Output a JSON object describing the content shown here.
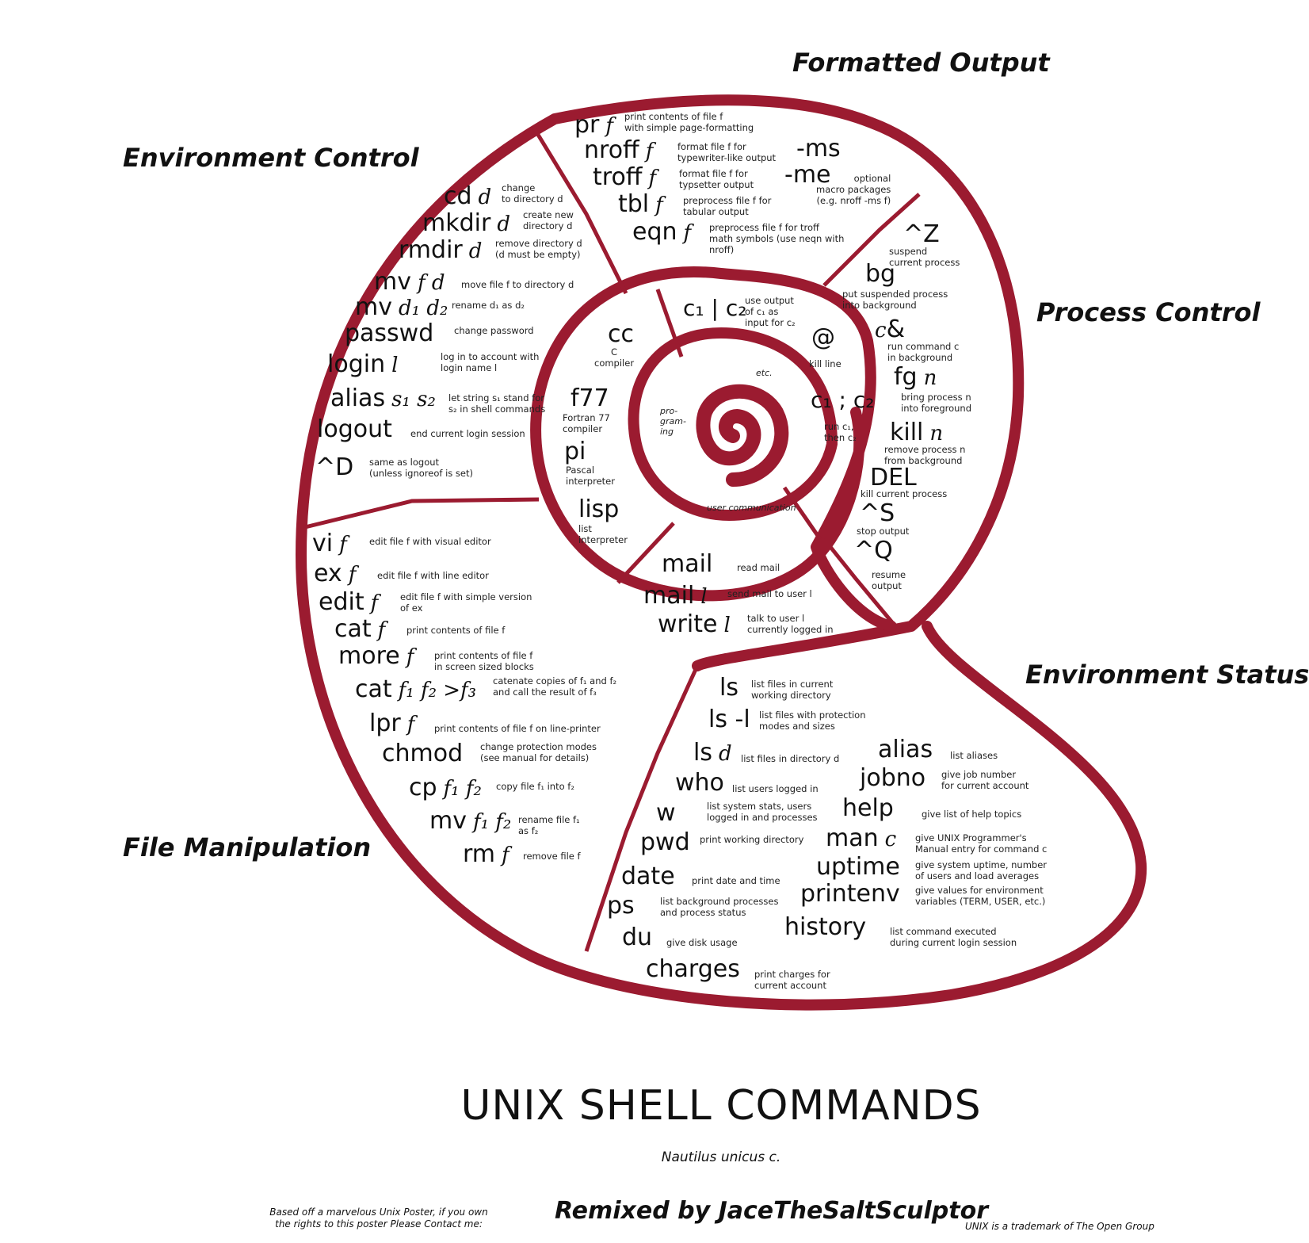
{
  "title": "UNIX SHELL COMMANDS",
  "subtitle": "Nautilus unicus c.",
  "remix": "Remixed by JaceTheSaltSculptor",
  "based_on": "Based off a marvelous Unix Poster, if you own the rights to this poster Please Contact me:",
  "trademark": "UNIX is a trademark of The Open Group",
  "shell_color": "#9b1b30",
  "sections": {
    "formatted_output": "Formatted Output",
    "environment_control": "Environment Control",
    "process_control": "Process Control",
    "environment_status": "Environment Status",
    "file_manipulation": "File Manipulation"
  },
  "inner_labels": {
    "programming": "pro-\ngram-\ning",
    "etc": "etc.",
    "user_communication": "user communication"
  },
  "commands": {
    "pr": {
      "cmd": "pr",
      "arg": "f",
      "desc": "print contents of file f\nwith simple page-formatting"
    },
    "nroff": {
      "cmd": "nroff",
      "arg": "f",
      "desc": "format file f for\ntypewriter-like output"
    },
    "troff": {
      "cmd": "troff",
      "arg": "f",
      "desc": "format file f for\ntypsetter output"
    },
    "tbl": {
      "cmd": "tbl",
      "arg": "f",
      "desc": "preprocess file f for\ntabular output"
    },
    "eqn": {
      "cmd": "eqn",
      "arg": "f",
      "desc": "preprocess file f for troff\nmath symbols (use neqn with\nnroff)"
    },
    "ms": {
      "cmd": "-ms",
      "arg": "",
      "desc": ""
    },
    "me": {
      "cmd": "-me",
      "arg": "",
      "desc": "optional\nmacro packages\n(e.g. nroff -ms f)"
    },
    "ctrl_z": {
      "cmd": "^Z",
      "arg": "",
      "desc": "suspend\ncurrent process"
    },
    "bg": {
      "cmd": "bg",
      "arg": "",
      "desc": "put suspended process\ninto background"
    },
    "amp": {
      "cmd": "&",
      "arg": "c",
      "desc": "run command c\nin background"
    },
    "fg": {
      "cmd": "fg",
      "arg": "n",
      "desc": "bring process n\ninto foreground"
    },
    "kill": {
      "cmd": "kill",
      "arg": "n",
      "desc": "remove process n\nfrom background"
    },
    "del": {
      "cmd": "DEL",
      "arg": "",
      "desc": "kill current process"
    },
    "ctrl_s": {
      "cmd": "^S",
      "arg": "",
      "desc": "stop output"
    },
    "ctrl_q": {
      "cmd": "^Q",
      "arg": "",
      "desc": "resume\noutput"
    },
    "cd": {
      "cmd": "cd",
      "arg": "d",
      "desc": "change\nto directory d"
    },
    "mkdir": {
      "cmd": "mkdir",
      "arg": "d",
      "desc": "create new\ndirectory d"
    },
    "rmdir": {
      "cmd": "rmdir",
      "arg": "d",
      "desc": "remove directory d\n(d must be empty)"
    },
    "mv_fd": {
      "cmd": "mv",
      "arg": "f d",
      "desc": "move file f to directory d"
    },
    "mv_dd": {
      "cmd": "mv",
      "arg": "d₁ d₂",
      "desc": "rename d₁ as d₂"
    },
    "passwd": {
      "cmd": "passwd",
      "arg": "",
      "desc": "change password"
    },
    "login": {
      "cmd": "login",
      "arg": "l",
      "desc": "log in to account with\nlogin name l"
    },
    "alias_s": {
      "cmd": "alias",
      "arg": "s₁ s₂",
      "desc": "let string s₁ stand for\ns₂ in shell commands"
    },
    "logout": {
      "cmd": "logout",
      "arg": "",
      "desc": "end current login session"
    },
    "ctrl_d": {
      "cmd": "^D",
      "arg": "",
      "desc": "same as logout\n(unless ignoreof is set)"
    },
    "pipe": {
      "cmd": "c₁ | c₂",
      "arg": "",
      "desc": "use output\nof c₁ as\ninput for c₂"
    },
    "cc": {
      "cmd": "cc",
      "arg": "",
      "desc": "C\ncompiler"
    },
    "at": {
      "cmd": "@",
      "arg": "",
      "desc": "kill line"
    },
    "f77": {
      "cmd": "f77",
      "arg": "",
      "desc": "Fortran 77\ncompiler"
    },
    "semi": {
      "cmd": "c₁ ; c₂",
      "arg": "",
      "desc": "run c₁,\nthen c₂"
    },
    "pi": {
      "cmd": "pi",
      "arg": "",
      "desc": "Pascal\ninterpreter"
    },
    "lisp": {
      "cmd": "lisp",
      "arg": "",
      "desc": "list\ninterpreter"
    },
    "mail": {
      "cmd": "mail",
      "arg": "",
      "desc": "read mail"
    },
    "mail_l": {
      "cmd": "mail",
      "arg": "l",
      "desc": "send mail to user l"
    },
    "write": {
      "cmd": "write",
      "arg": "l",
      "desc": "talk to user l\ncurrently logged in"
    },
    "vi": {
      "cmd": "vi",
      "arg": "f",
      "desc": "edit file f with visual editor"
    },
    "ex": {
      "cmd": "ex",
      "arg": "f",
      "desc": "edit file f with line editor"
    },
    "edit": {
      "cmd": "edit",
      "arg": "f",
      "desc": "edit file f with simple version\nof ex"
    },
    "cat": {
      "cmd": "cat",
      "arg": "f",
      "desc": "print contents of file f"
    },
    "more": {
      "cmd": "more",
      "arg": "f",
      "desc": "print contents of file f\nin screen sized blocks"
    },
    "cat3": {
      "cmd": "cat",
      "arg": "f₁ f₂ >f₃",
      "desc": "catenate copies of f₁ and f₂\nand call the result of f₃"
    },
    "lpr": {
      "cmd": "lpr",
      "arg": "f",
      "desc": "print contents of file f on line-printer"
    },
    "chmod": {
      "cmd": "chmod",
      "arg": "",
      "desc": "change protection modes\n(see manual for details)"
    },
    "cp": {
      "cmd": "cp",
      "arg": "f₁ f₂",
      "desc": "copy file f₁ into f₂"
    },
    "mv_ff": {
      "cmd": "mv",
      "arg": "f₁ f₂",
      "desc": "rename file f₁\nas f₂"
    },
    "rm": {
      "cmd": "rm",
      "arg": "f",
      "desc": "remove file f"
    },
    "ls": {
      "cmd": "ls",
      "arg": "",
      "desc": "list files in current\nworking directory"
    },
    "ls_l": {
      "cmd": "ls -l",
      "arg": "",
      "desc": "list files with protection\nmodes and sizes"
    },
    "ls_d": {
      "cmd": "ls",
      "arg": "d",
      "desc": "list files in directory d"
    },
    "who": {
      "cmd": "who",
      "arg": "",
      "desc": "list users logged in"
    },
    "w": {
      "cmd": "w",
      "arg": "",
      "desc": "list system stats, users\nlogged in and processes"
    },
    "pwd": {
      "cmd": "pwd",
      "arg": "",
      "desc": "print working directory"
    },
    "date": {
      "cmd": "date",
      "arg": "",
      "desc": "print date and time"
    },
    "ps": {
      "cmd": "ps",
      "arg": "",
      "desc": "list background processes\nand process status"
    },
    "du": {
      "cmd": "du",
      "arg": "",
      "desc": "give disk usage"
    },
    "charges": {
      "cmd": "charges",
      "arg": "",
      "desc": "print charges for\ncurrent account"
    },
    "alias": {
      "cmd": "alias",
      "arg": "",
      "desc": "list aliases"
    },
    "jobno": {
      "cmd": "jobno",
      "arg": "",
      "desc": "give job number\nfor current account"
    },
    "help": {
      "cmd": "help",
      "arg": "",
      "desc": "give list of help topics"
    },
    "man": {
      "cmd": "man",
      "arg": "c",
      "desc": "give UNIX Programmer's\nManual entry for command c"
    },
    "uptime": {
      "cmd": "uptime",
      "arg": "",
      "desc": "give system uptime, number\nof users and load averages"
    },
    "printenv": {
      "cmd": "printenv",
      "arg": "",
      "desc": "give values for environment\nvariables (TERM, USER, etc.)"
    },
    "history": {
      "cmd": "history",
      "arg": "",
      "desc": "list command executed\nduring current login session"
    }
  }
}
